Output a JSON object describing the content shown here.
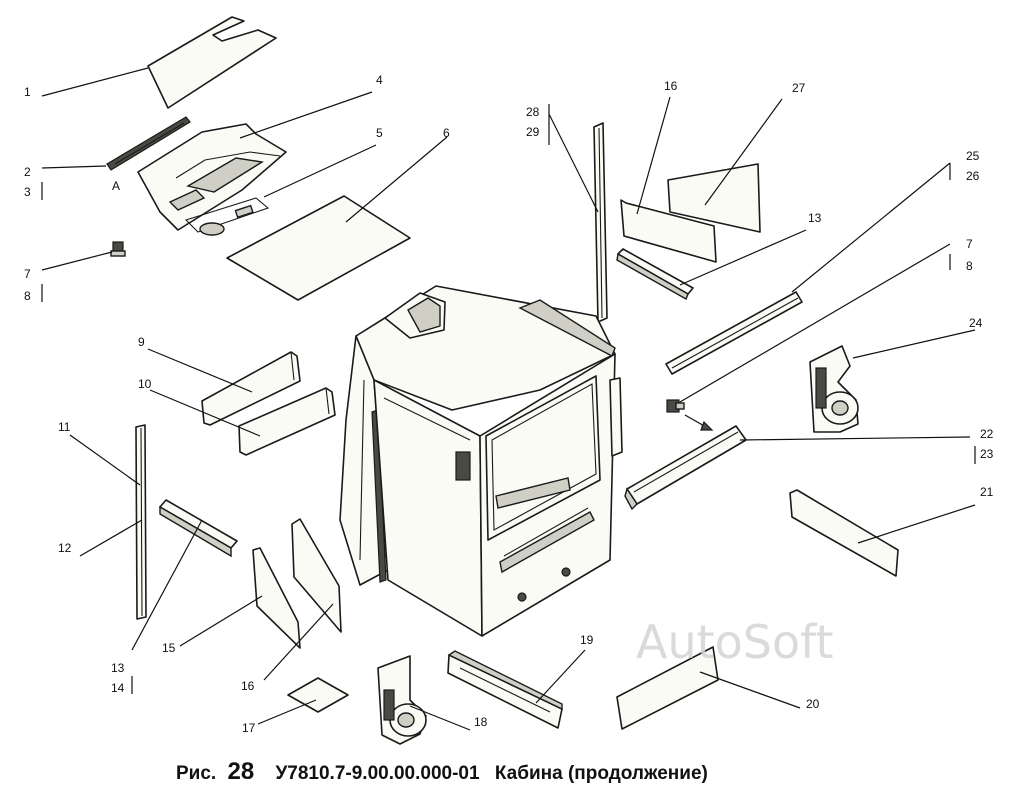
{
  "labels": {
    "l1": "1",
    "l2": "2",
    "l3": "3",
    "l4": "4",
    "l5": "5",
    "l6": "6",
    "l7a": "7",
    "l8a": "8",
    "l9": "9",
    "l10": "10",
    "l11": "11",
    "l12": "12",
    "l13a": "13",
    "l14": "14",
    "l15": "15",
    "l16a": "16",
    "l17": "17",
    "l18": "18",
    "l19": "19",
    "l20": "20",
    "l21": "21",
    "l22": "22",
    "l23": "23",
    "l24": "24",
    "l25": "25",
    "l26": "26",
    "l7b": "7",
    "l8b": "8",
    "l13b": "13",
    "l16b": "16",
    "l27": "27",
    "l28": "28",
    "l29": "29",
    "la": "A"
  },
  "caption": {
    "prefix": "Рис.",
    "number": "28",
    "code": "У7810.7-9.00.00.000-01",
    "title": "Кабина (продолжение)"
  },
  "watermark": "AutoSoft"
}
